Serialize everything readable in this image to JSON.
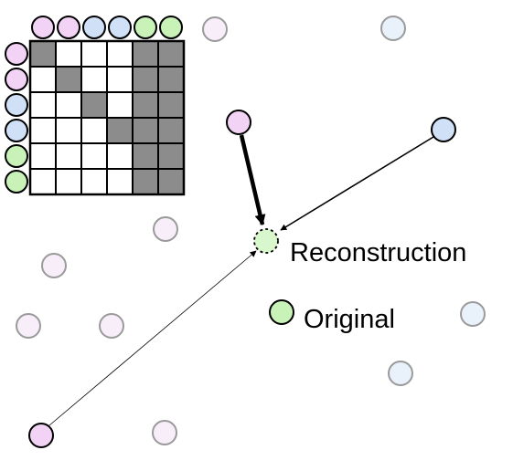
{
  "labels": {
    "reconstruction": "Reconstruction",
    "original": "Original"
  },
  "colors": {
    "pink": "#f2d2f5",
    "pink_faint": "#f7eefa",
    "blue": "#cfe0f7",
    "blue_faint": "#e9f1fb",
    "green": "#c8f2b8",
    "green_faint": "#d9f7cd",
    "cell_gray": "#8c8c8c",
    "stroke": "#000000",
    "faint_stroke": "#9a9a9a"
  },
  "matrix": {
    "row_groups": [
      "pink",
      "pink",
      "blue",
      "blue",
      "green",
      "green"
    ],
    "col_groups": [
      "pink",
      "pink",
      "blue",
      "blue",
      "green",
      "green"
    ],
    "cells": [
      [
        1,
        0,
        0,
        0,
        1,
        1
      ],
      [
        0,
        1,
        0,
        0,
        1,
        1
      ],
      [
        0,
        0,
        1,
        0,
        1,
        1
      ],
      [
        0,
        0,
        0,
        1,
        1,
        1
      ],
      [
        0,
        0,
        0,
        0,
        1,
        1
      ],
      [
        0,
        0,
        0,
        0,
        1,
        1
      ]
    ]
  },
  "arrows": [
    {
      "from": "pink",
      "weight": "heavy"
    },
    {
      "from": "blue",
      "weight": "medium"
    },
    {
      "from": "purple",
      "weight": "light"
    }
  ]
}
